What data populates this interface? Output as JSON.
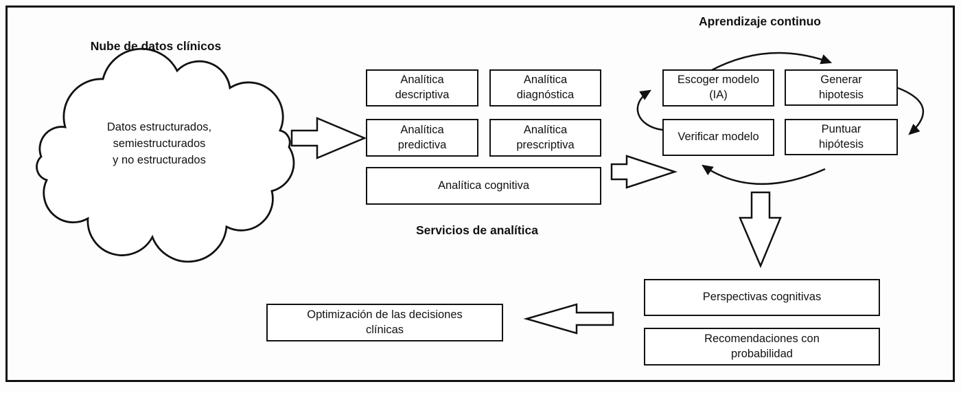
{
  "diagram": {
    "cloud": {
      "title": "Nube de datos clínicos",
      "body": "Datos estructurados,\nsemiestructurados\ny no estructurados"
    },
    "analytics": {
      "section_label": "Servicios de analítica",
      "descriptive": "Analítica\ndescriptiva",
      "diagnostic": "Analítica\ndiagnóstica",
      "predictive": "Analítica\npredictiva",
      "prescriptive": "Analítica\nprescriptiva",
      "cognitive": "Analítica cognitiva"
    },
    "learning_loop": {
      "section_label": "Aprendizaje continuo",
      "choose_model": "Escoger modelo\n(IA)",
      "generate_hypothesis": "Generar\nhipotesis",
      "verify_model": "Verificar modelo",
      "score_hypothesis": "Puntuar\nhipótesis"
    },
    "outputs": {
      "cognitive_insights": "Perspectivas cognitivas",
      "recommendations": "Recomendaciones con\nprobabilidad"
    },
    "outcome": {
      "optimization": "Optimización de las decisiones\nclínicas"
    },
    "colors": {
      "line": "#111111",
      "background": "#ffffff"
    }
  }
}
